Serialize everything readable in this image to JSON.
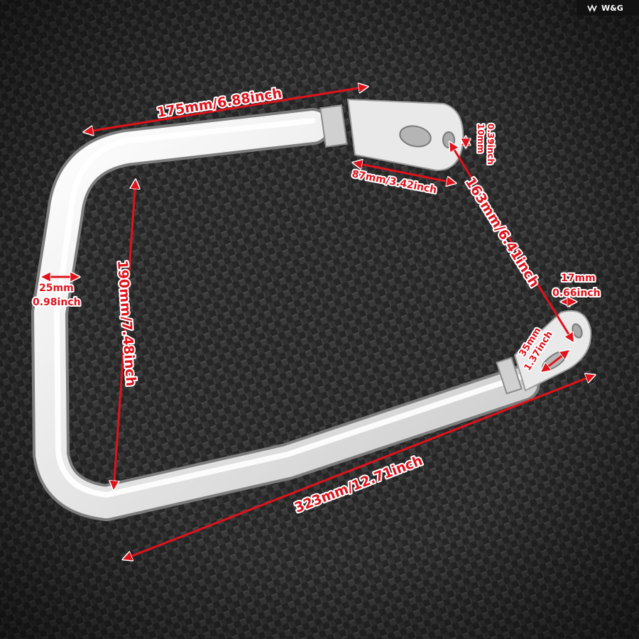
{
  "brand": {
    "logo_text": "W&G"
  },
  "colors": {
    "annotation": "#e0121b",
    "annotation_outline": "#ffffff",
    "background": "#2a2a2a",
    "chrome": "#e4e4e4"
  },
  "labels": {
    "top_length": "175mm/6.88inch",
    "bracket_width": "87mm/3.42inch",
    "bolt_hole_top": "10mm",
    "bolt_hole_top_in": "0.39inch",
    "diagonal_span": "163mm/6.41inch",
    "end_hole_mm": "17mm",
    "end_hole_in": "0.66inch",
    "end_slot_mm": "35mm",
    "end_slot_in": "1.37inch",
    "tube_dia_mm": "25mm",
    "tube_dia_in": "0.98inch",
    "height": "190mm/7.48inch",
    "bottom_length": "323mm/12.71inch"
  }
}
